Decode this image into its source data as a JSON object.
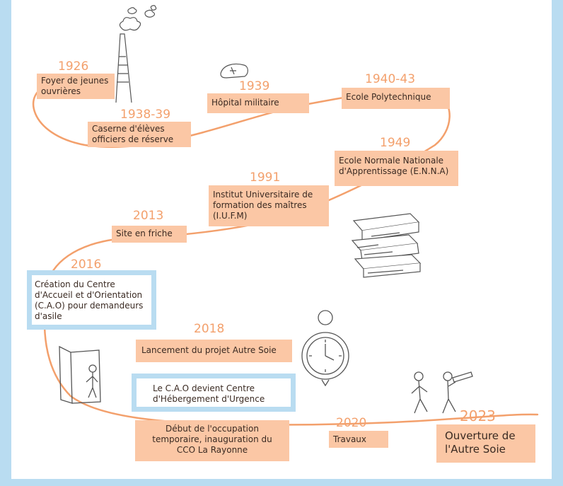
{
  "timeline": [
    {
      "year": "1926",
      "lines": [
        "Foyer de jeunes",
        "ouvrières"
      ]
    },
    {
      "year": "1938-39",
      "lines": [
        "Caserne d'élèves",
        "officiers de réserve"
      ]
    },
    {
      "year": "1939",
      "lines": [
        "Hôpital militaire"
      ]
    },
    {
      "year": "1940-43",
      "lines": [
        "Ecole Polytechnique"
      ]
    },
    {
      "year": "1949",
      "lines": [
        "Ecole Normale Nationale",
        "d'Apprentissage (E.N.N.A)"
      ]
    },
    {
      "year": "1991",
      "lines": [
        "Institut Universitaire de",
        "formation des maîtres",
        "(I.U.F.M)"
      ]
    },
    {
      "year": "2013",
      "lines": [
        "Site en friche"
      ]
    },
    {
      "year": "2016",
      "lines": [
        "Création du Centre",
        "d'Accueil et d'Orientation",
        "(C.A.O) pour demandeurs",
        "d'asile"
      ]
    },
    {
      "year": "2018",
      "lines": [
        "Lancement du projet Autre Soie"
      ]
    },
    {
      "year": "",
      "lines": [
        "Le C.A.O devient Centre",
        "d'Hébergement d'Urgence"
      ]
    },
    {
      "year": "",
      "lines": [
        "Début de l'occupation",
        "temporaire, inauguration du",
        "CCO La Rayonne"
      ]
    },
    {
      "year": "2020",
      "lines": [
        "Travaux"
      ]
    },
    {
      "year": "2023",
      "lines": [
        "Ouverture de",
        "l'Autre Soie"
      ]
    }
  ],
  "colors": {
    "accent": "#f3a06c",
    "box_fill": "#fbc7a5",
    "frame_blue": "#b9dcf1",
    "ink": "#3a2a22"
  },
  "illustrations": [
    "chimney-icon",
    "smoke-icon",
    "nurse-cap-icon",
    "books-icon",
    "pocket-watch-icon",
    "door-person-icon",
    "walking-people-icon",
    "telescope-icon"
  ]
}
